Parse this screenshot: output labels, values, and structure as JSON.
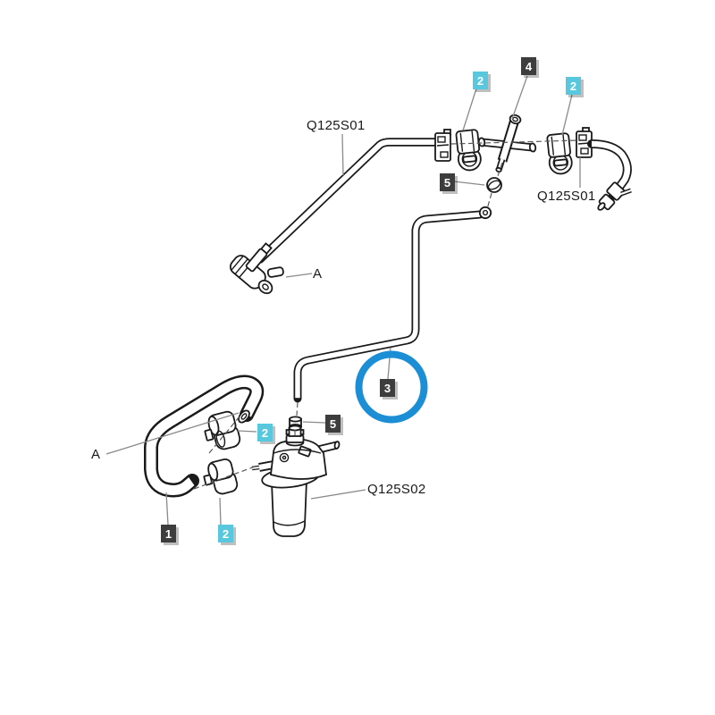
{
  "diagram": {
    "colors": {
      "background": "#ffffff",
      "line": "#1a1a1a",
      "leader": "#8a8a8a",
      "dash": "#5a5a5a",
      "callout_dark": "#3d3d3d",
      "callout_cyan": "#57c8de",
      "callout_text": "#ffffff",
      "highlight_ring": "#1b8ed6"
    },
    "part_labels": [
      {
        "id": "q125s01-top",
        "text": "Q125S01"
      },
      {
        "id": "q125s01-right",
        "text": "Q125S01"
      },
      {
        "id": "q125s02",
        "text": "Q125S02"
      },
      {
        "id": "ref-a-top",
        "text": "A"
      },
      {
        "id": "ref-a-bottom",
        "text": "A"
      }
    ],
    "callouts": [
      {
        "number": "2",
        "style": "cyan",
        "ref": "holder-clamp-left",
        "highlighted": false
      },
      {
        "number": "4",
        "style": "dark",
        "ref": "cross-fitting",
        "highlighted": false
      },
      {
        "number": "2",
        "style": "cyan",
        "ref": "holder-clamp-right",
        "highlighted": false
      },
      {
        "number": "5",
        "style": "dark",
        "ref": "grommet",
        "highlighted": false
      },
      {
        "number": "3",
        "style": "dark",
        "ref": "hose-3",
        "highlighted": true
      },
      {
        "number": "5",
        "style": "dark",
        "ref": "bushing",
        "highlighted": false
      },
      {
        "number": "2",
        "style": "cyan",
        "ref": "upper-hose-clamp",
        "highlighted": false
      },
      {
        "number": "1",
        "style": "dark",
        "ref": "hose-1",
        "highlighted": false
      },
      {
        "number": "2",
        "style": "cyan",
        "ref": "lower-hose-clamp",
        "highlighted": false
      }
    ]
  }
}
